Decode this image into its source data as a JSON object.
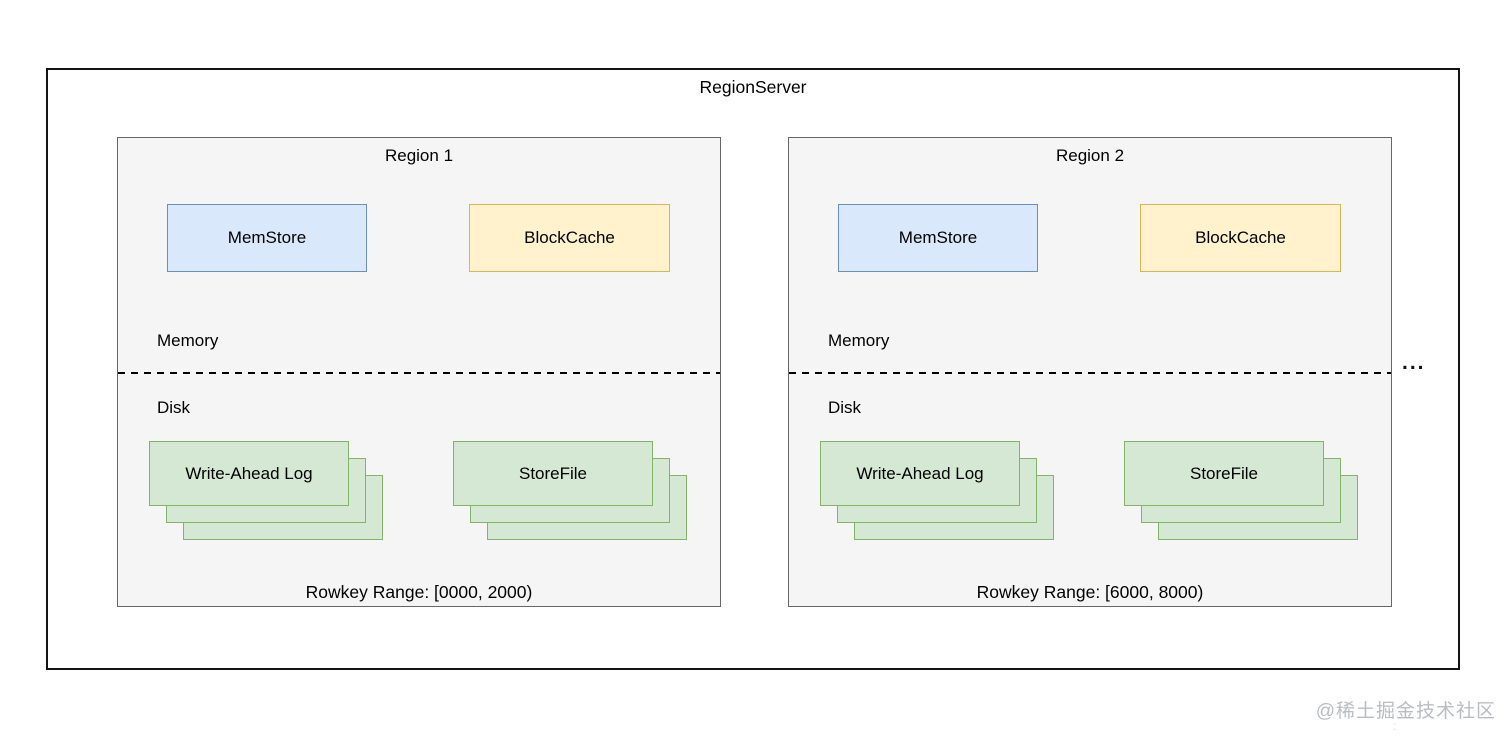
{
  "diagram": {
    "title": "RegionServer",
    "ellipsis": "...",
    "regions": [
      {
        "title": "Region 1",
        "memstore_label": "MemStore",
        "blockcache_label": "BlockCache",
        "memory_label": "Memory",
        "disk_label": "Disk",
        "wal_label": "Write-Ahead Log",
        "storefile_label": "StoreFile",
        "rowkey_range": "Rowkey Range: [0000, 2000)"
      },
      {
        "title": "Region 2",
        "memstore_label": "MemStore",
        "blockcache_label": "BlockCache",
        "memory_label": "Memory",
        "disk_label": "Disk",
        "wal_label": "Write-Ahead Log",
        "storefile_label": "StoreFile",
        "rowkey_range": "Rowkey Range: [6000, 8000)"
      }
    ]
  },
  "watermark": {
    "text": "@稀土掘金技术社区",
    "mark": ":"
  },
  "colors": {
    "outer_border": "#141414",
    "region_fill": "#f5f5f5",
    "region_border": "#666666",
    "memstore_fill": "#dae8fc",
    "memstore_border": "#6c8ebf",
    "blockcache_fill": "#fff2cc",
    "blockcache_border": "#d6b656",
    "green_fill": "#d5e8d4",
    "green_border": "#82b366",
    "watermark_color": "#b9bcc0"
  }
}
